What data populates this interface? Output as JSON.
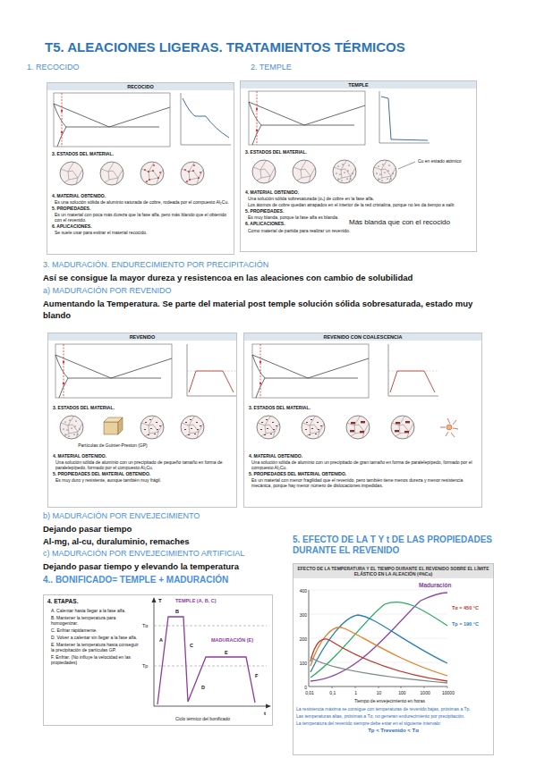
{
  "diagram": {
    "title": "T5. ALEACIONES LIGERAS. TRATAMIENTOS TÉRMICOS",
    "nodes": [
      {
        "text": [
          "RECOCIDO",
          "3. ESTADOS DEL MATERIAL.",
          "4. MATERIAL OBTENIDO.",
          "Es una solución sólida de aluminio saturada de cobre, rodeada por el compuesto Al₂Cu.",
          "5. PROPIEDADES.",
          "Es un material con poca más dureza que la fase alfa, pero más blando que el obtenido con el revenido.",
          "6. APLICACIONES.",
          "Se suele usar para estirar el material recocido."
        ]
      },
      {
        "text": [
          "TEMPLE",
          "3. ESTADOS DEL MATERIAL.",
          "Cu en estado atómico",
          "4. MATERIAL OBTENIDO.",
          "Una solución sólida sobresaturada (αₛ) de cobre en la fase alfa.",
          "Los átomos de cobre quedan atrapados en el interior de la red cristalina, porque no les da tiempo a salir.",
          "5. PROPIEDADES.",
          "Es muy blanda, porque la fase alfa es blanda.",
          "6. APLICACIONES.",
          "Como material de partida para realizar un revenido."
        ]
      },
      {
        "text": [
          "REVENIDO",
          "3. ESTADOS DEL MATERIAL.",
          "Partículas de Guinier-Preston (GP)",
          "4. MATERIAL OBTENIDO.",
          "Una solución sólida de aluminio con un precipitado de pequeño tamaño en forma de paralelepípedo, formado por el compuesto Al₂Cu.",
          "5. PROPIEDADES DEL MATERIAL OBTENIDO.",
          "Es muy duro y resistente, aunque también muy frágil."
        ]
      },
      {
        "text": [
          "REVENIDO CON COALESCENCIA",
          "3. ESTADOS DEL MATERIAL.",
          "4. MATERIAL OBTENIDO.",
          "Una solución sólida de aluminio con un precipitado de gran tamaño en forma de paralelepípedo, formado por el compuesto Al₂Cu.",
          "5. PROPIEDADES DEL MATERIAL OBTENIDO.",
          "Es un material con menor fragilidad que el revenido, pero también tiene menos dureza y menor resistencia mecánica, porque hay menor número de dislocaciones impedidas."
        ]
      },
      {
        "text": [
          "4. ETAPAS.",
          "A. Calentar hasta llegar a la fase alfa.",
          "B. Mantener la temperatura para homogenizar.",
          "C. Enfriar rápidamente.",
          "D. Volver a calentar sin llegar a la fase alfa.",
          "E. Mantener la temperatura hasta conseguir la precipitación de partículas GP.",
          "F. Enfriar. (No influye la velocidad en las propiedades)",
          "T",
          "TEMPLE (A, B, C)",
          "MADURACIÓN (E)",
          "Tα",
          "Tp",
          "A",
          "B",
          "C",
          "D",
          "E",
          "F",
          "t",
          "Ciclo térmico del bonificado"
        ]
      },
      {
        "text": [
          "EFECTO DE LA TEMPERATURA Y EL TIEMPO DURANTE EL REVENIDO SOBRE EL LÍMITE ELÁSTICO EN LA ALEACIÓN (4%Cu)",
          "Maduración",
          "Tα = 450 °C",
          "Tp = 190 °C",
          "0,01",
          "0,1",
          "1",
          "10",
          "100",
          "1000",
          "10000",
          "0",
          "100",
          "200",
          "300",
          "400",
          "Tiempo de envejecimiento en horas",
          "La resistencia máxima se consigue con temperaturas de revenido bajas, próximas a Tp.",
          "Las temperaturas altas, próximas a Tα, no generan endurecimiento por precipitación.",
          "La temperatura del revenido siempre debe estar en el siguiente intervalo:",
          "Tp < Trevenido < Tα"
        ]
      }
    ],
    "labels": [
      "1. RECOCIDO",
      "2. TEMPLE",
      "Más blanda que con el recocido",
      "3. MADURACIÓN. ENDURECIMIENTO POR PRECIPITACIÓN",
      "Así se consigue la mayor dureza y resistencoa en las aleaciones con cambio de solubilidad",
      "a) MADURACIÓN POR REVENIDO",
      "Aumentando la Temperatura. Se parte del material post temple solución sólida sobresaturada, estado muy blando",
      "b) MADURACIÓN POR ENVEJECIMIENTO",
      "Dejando pasar tiempo",
      "Al-mg, al-cu, duraluminio, remaches",
      "c) MADURACIÓN POR ENVEJECIMIENTO ARTIFICIAL",
      "Dejando pasar tiempo y elevando la temperatura",
      "4.. BONIFICADO= TEMPLE + MADURACIÓN",
      "5. EFECTO DE LA T Y t DE LAS PROPIEDADES DURANTE EL REVENIDO"
    ]
  }
}
